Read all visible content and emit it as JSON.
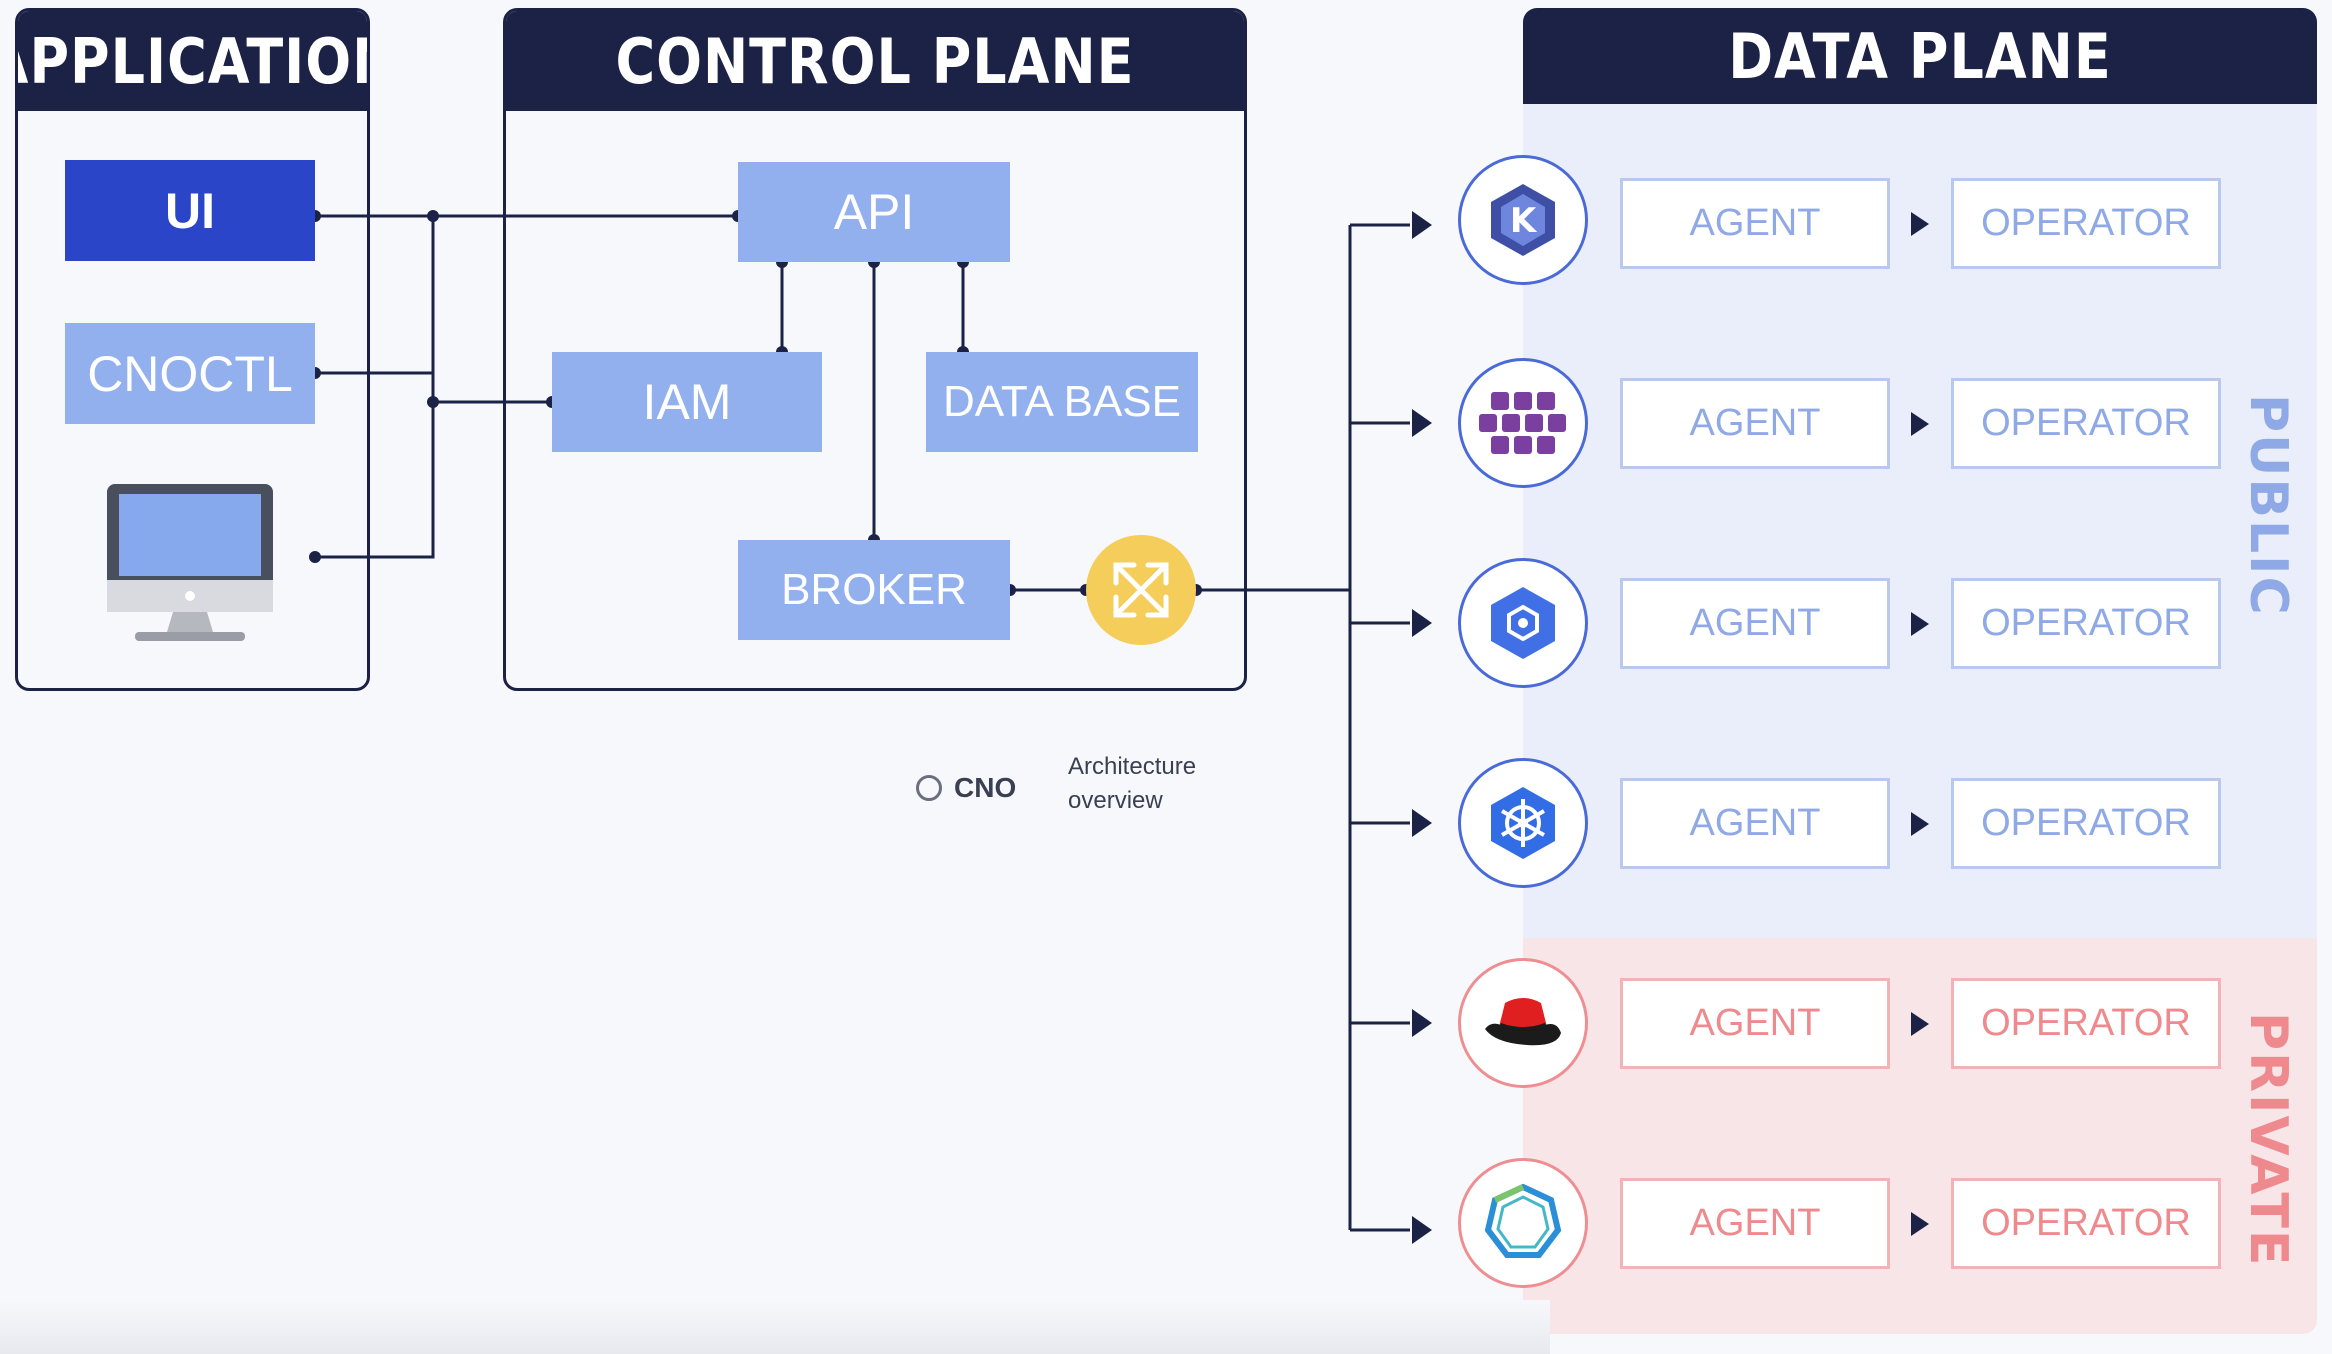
{
  "application": {
    "title": "APPLICATION",
    "ui_label": "UI",
    "cli_label": "CNOCTL",
    "desktop_icon": "desktop-monitor-icon"
  },
  "control_plane": {
    "title": "CONTROL PLANE",
    "api_label": "API",
    "iam_label": "IAM",
    "database_label": "DATA BASE",
    "broker_label": "BROKER",
    "router_icon": "expand-arrows-icon"
  },
  "caption": {
    "brand": "CNO",
    "subtitle_line1": "Architecture",
    "subtitle_line2": "overview"
  },
  "data_plane": {
    "title": "DATA PLANE",
    "public_label": "PUBLIC",
    "private_label": "PRIVATE",
    "rows": [
      {
        "icon": "kubernetes-k-icon",
        "zone": "public",
        "agent": "AGENT",
        "operator": "OPERATOR"
      },
      {
        "icon": "cubes-cluster-icon",
        "zone": "public",
        "agent": "AGENT",
        "operator": "OPERATOR"
      },
      {
        "icon": "hexagon-cube-icon",
        "zone": "public",
        "agent": "AGENT",
        "operator": "OPERATOR"
      },
      {
        "icon": "helm-wheel-icon",
        "zone": "public",
        "agent": "AGENT",
        "operator": "OPERATOR"
      },
      {
        "icon": "redhat-hat-icon",
        "zone": "private",
        "agent": "AGENT",
        "operator": "OPERATOR"
      },
      {
        "icon": "openstack-ring-icon",
        "zone": "private",
        "agent": "AGENT",
        "operator": "OPERATOR"
      }
    ]
  },
  "colors": {
    "navy": "#1b2246",
    "ui_blue": "#2a45c8",
    "light_blue": "#93b0ee",
    "public_bg": "#e9eefa",
    "private_bg": "#f7e5e7",
    "public_text": "#8fa8e6",
    "private_text": "#ee8a8d",
    "router_yellow": "#f5cd5a"
  }
}
